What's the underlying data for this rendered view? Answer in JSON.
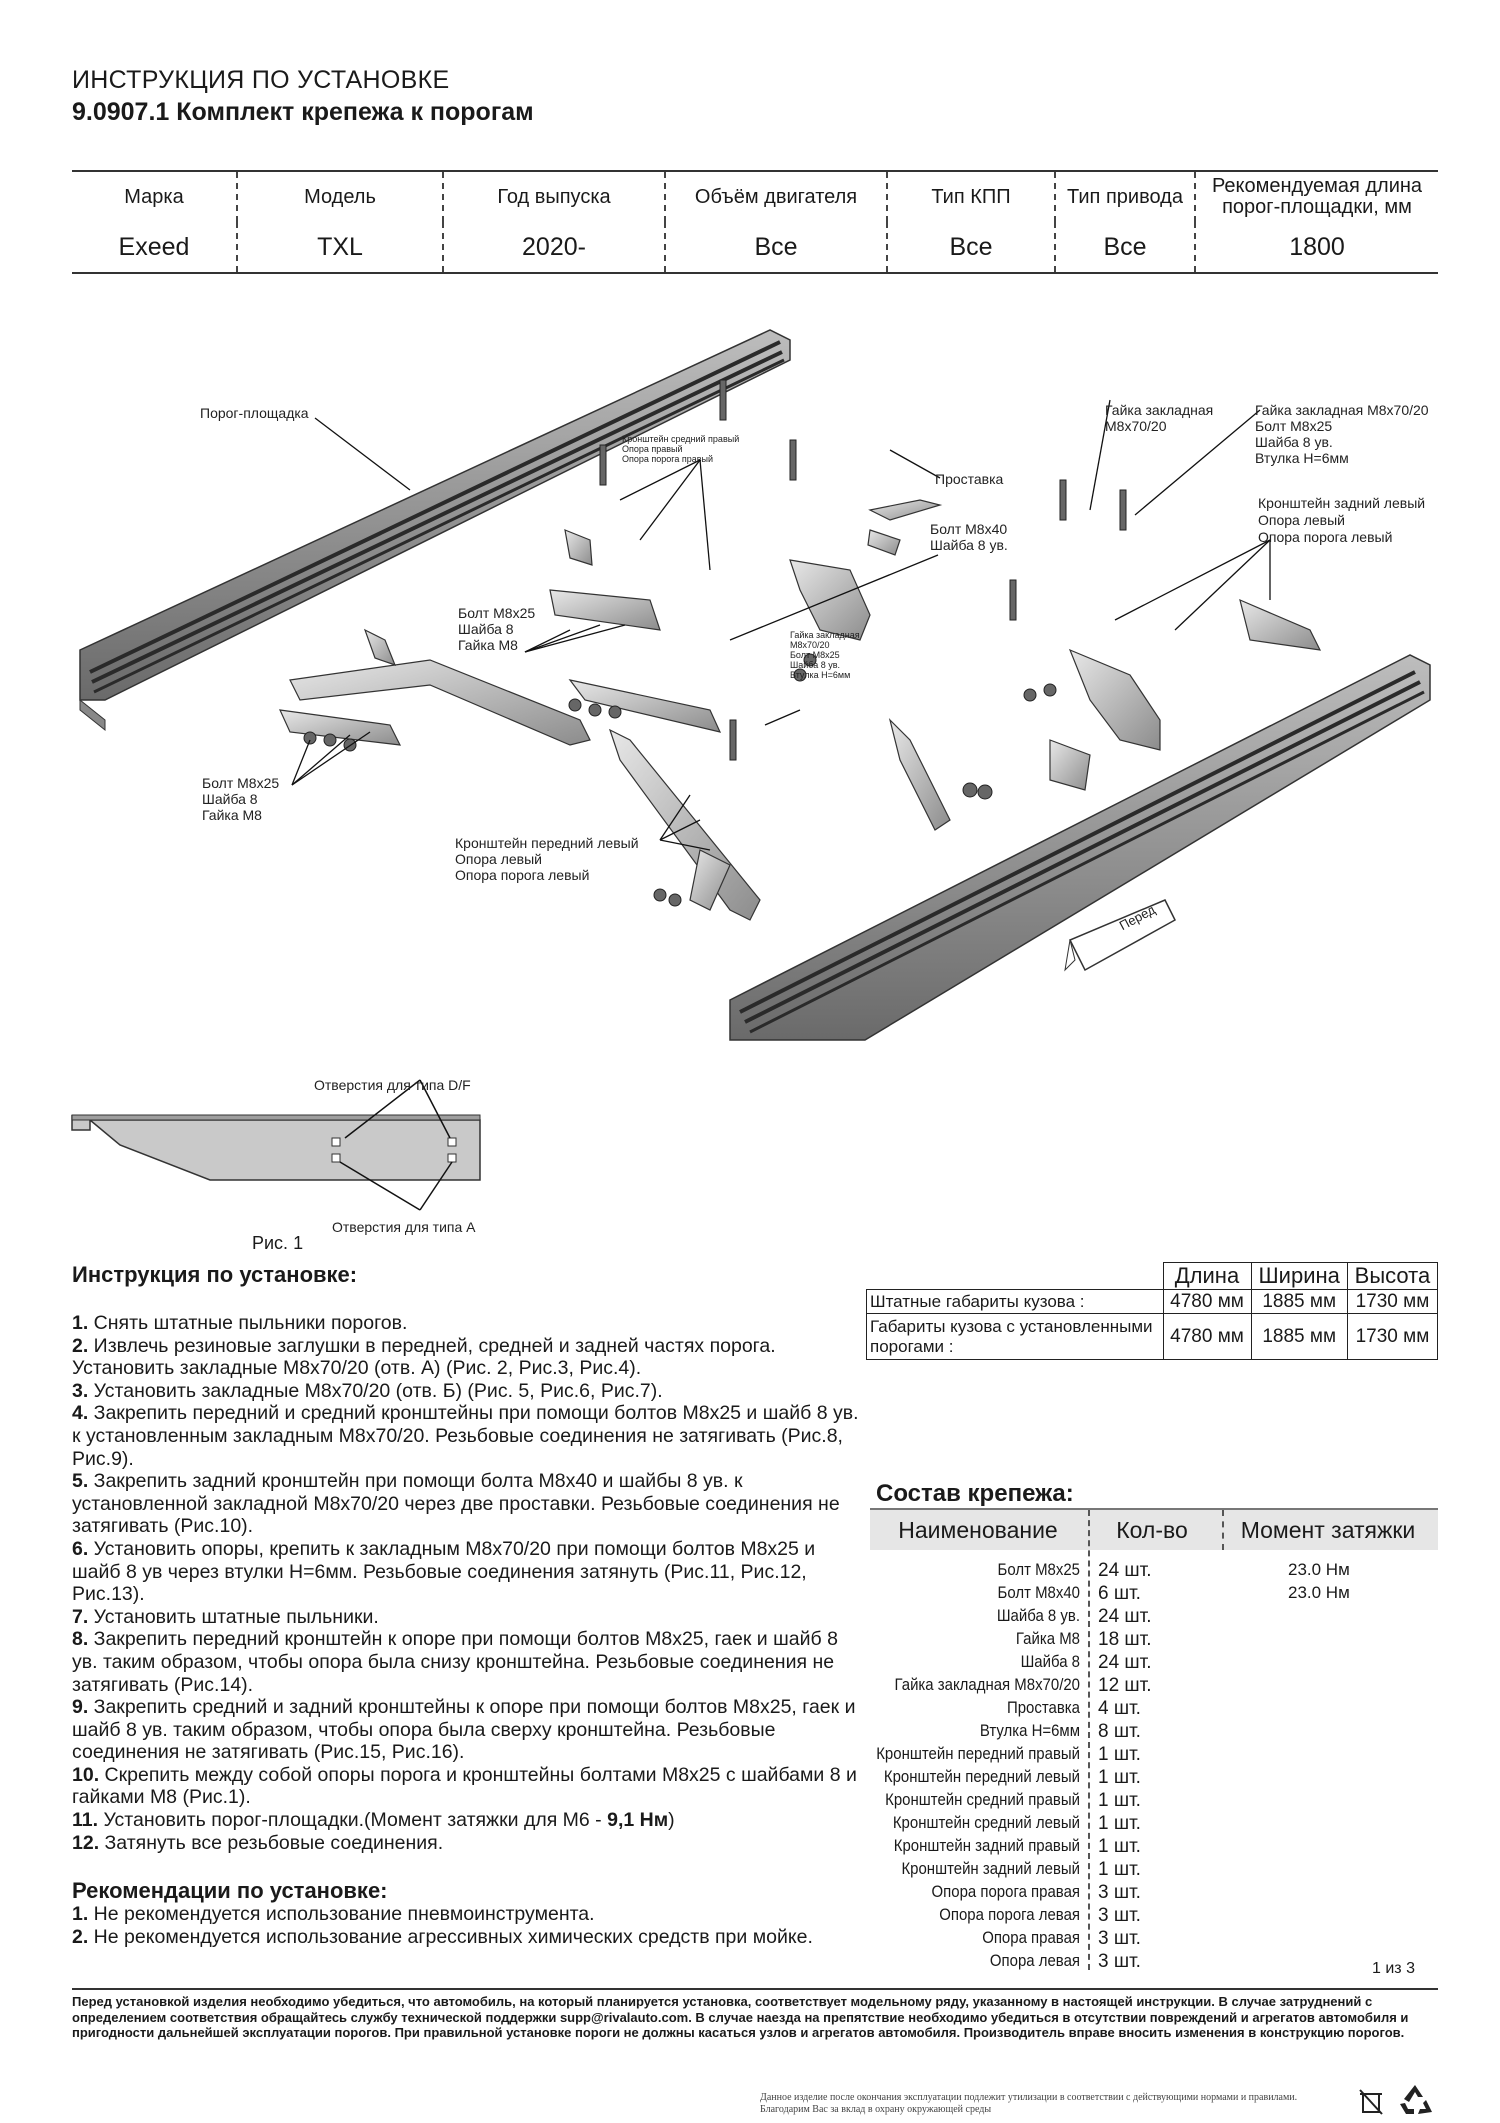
{
  "header": {
    "title": "ИНСТРУКЦИЯ ПО УСТАНОВКЕ",
    "subtitle": "9.0907.1 Комплект крепежа к порогам"
  },
  "vehicle_table": {
    "headers": [
      "Марка",
      "Модель",
      "Год выпуска",
      "Объём двигателя",
      "Тип КПП",
      "Тип привода",
      "Рекомендуемая длина порог-площадки, мм"
    ],
    "values": [
      "Exeed",
      "TXL",
      "2020-",
      "Все",
      "Все",
      "Все",
      "1800"
    ]
  },
  "diagram": {
    "labels": {
      "step": "Порог-площадка",
      "bracket_mid_right": "Кронштейн средний правый",
      "support_right": "Опора правый",
      "support_step_right": "Опора порога правый",
      "spacer": "Проставка",
      "nut_embedded_1": "Гайка закладная",
      "nut_embedded_1b": "М8х70/20",
      "nut_set_a": "Гайка закладная М8х70/20",
      "nut_set_b": "Болт М8х25",
      "nut_set_c": "Шайба 8 ув.",
      "nut_set_d": "Втулка Н=6мм",
      "rear_left_a": "Кронштейн задний левый",
      "rear_left_b": "Опора левый",
      "rear_left_c": "Опора порога левый",
      "bolt40": "Болт М8х40",
      "washer8uv": "Шайба 8 ув.",
      "bolt25_a": "Болт М8х25",
      "washer8_a": "Шайба 8",
      "nutm8_a": "Гайка М8",
      "small_a": "Гайка закладная",
      "small_b": "М8х70/20",
      "small_c": "Болт М8х25",
      "small_d": "Шайба 8 ув.",
      "small_e": "Втулка Н=6мм",
      "bolt25_b": "Болт М8х25",
      "washer8_b": "Шайба 8",
      "nutm8_b": "Гайка М8",
      "front_left_a": "Кронштейн передний левый",
      "front_left_b": "Опора левый",
      "front_left_c": "Опора порога левый",
      "forward": "Перед"
    },
    "fig1": {
      "holes_df": "Отверстия для типа D/F",
      "holes_a": "Отверстия для типа А",
      "caption": "Рис. 1"
    }
  },
  "instructions": {
    "heading": "Инструкция по установке:",
    "items": [
      {
        "n": "1.",
        "text": " Снять штатные пыльники порогов."
      },
      {
        "n": "2.",
        "text": " Извлечь резиновые заглушки в передней, средней и задней частях порога. Установить закладные М8х70/20 (отв. А) (Рис. 2, Рис.3, Рис.4)."
      },
      {
        "n": "3.",
        "text": " Установить закладные М8х70/20 (отв. Б) (Рис. 5, Рис.6, Рис.7)."
      },
      {
        "n": "4.",
        "text": " Закрепить передний и средний кронштейны при помощи болтов М8х25 и шайб 8 ув. к установленным закладным М8х70/20. Резьбовые соединения не затягивать (Рис.8, Рис.9)."
      },
      {
        "n": "5.",
        "text": " Закрепить задний кронштейн при помощи болта М8х40 и шайбы 8 ув. к установленной закладной М8х70/20 через две проставки. Резьбовые соединения не затягивать (Рис.10)."
      },
      {
        "n": "6.",
        "text": " Установить опоры, крепить к закладным М8х70/20 при помощи болтов М8х25 и шайб 8 ув через втулки Н=6мм. Резьбовые соединения затянуть (Рис.11, Рис.12, Рис.13)."
      },
      {
        "n": "7.",
        "text": " Установить штатные пыльники."
      },
      {
        "n": "8.",
        "text": " Закрепить передний кронштейн к опоре при помощи болтов М8х25, гаек и шайб 8 ув. таким образом, чтобы опора была снизу кронштейна. Резьбовые соединения не затягивать (Рис.14)."
      },
      {
        "n": "9.",
        "text": " Закрепить средний и задний кронштейны к опоре при помощи болтов М8х25, гаек и шайб 8 ув. таким образом, чтобы опора была сверху кронштейна. Резьбовые соединения не затягивать (Рис.15, Рис.16)."
      },
      {
        "n": "10.",
        "text": " Скрепить между собой опоры порога и кронштейны болтами М8х25 с шайбами 8 и гайками М8 (Рис.1)."
      },
      {
        "n": "11.",
        "text": " Установить порог-площадки.(Момент затяжки для М6 - ",
        "bold_tail": "9,1 Нм",
        "tail": ")"
      },
      {
        "n": "12.",
        "text": " Затянуть все резьбовые соединения."
      }
    ]
  },
  "recommendations": {
    "heading": "Рекомендации по установке:",
    "items": [
      {
        "n": "1.",
        "text": " Не рекомендуется использование пневмоинструмента."
      },
      {
        "n": "2.",
        "text": " Не рекомендуется использование агрессивных химических средств при мойке."
      }
    ]
  },
  "dimensions": {
    "headers": [
      "Длина",
      "Ширина",
      "Высота"
    ],
    "rows": [
      {
        "label": "Штатные габариты кузова :",
        "values": [
          "4780 мм",
          "1885 мм",
          "1730 мм"
        ]
      },
      {
        "label": "Габариты кузова с установленными порогами :",
        "values": [
          "4780 мм",
          "1885 мм",
          "1730 мм"
        ]
      }
    ]
  },
  "fasteners": {
    "heading": "Состав крепежа:",
    "headers": [
      "Наименование",
      "Кол-во",
      "Момент затяжки"
    ],
    "rows": [
      {
        "name": "Болт М8х25",
        "qty": "24 шт.",
        "torque": "23.0 Нм"
      },
      {
        "name": "Болт М8х40",
        "qty": "6 шт.",
        "torque": "23.0 Нм"
      },
      {
        "name": "Шайба 8 ув.",
        "qty": "24 шт.",
        "torque": ""
      },
      {
        "name": "Гайка М8",
        "qty": "18 шт.",
        "torque": ""
      },
      {
        "name": "Шайба 8",
        "qty": "24 шт.",
        "torque": ""
      },
      {
        "name": "Гайка закладная М8х70/20",
        "qty": "12 шт.",
        "torque": ""
      },
      {
        "name": "Проставка",
        "qty": "4 шт.",
        "torque": ""
      },
      {
        "name": "Втулка Н=6мм",
        "qty": "8 шт.",
        "torque": ""
      },
      {
        "name": "Кронштейн передний правый",
        "qty": "1 шт.",
        "torque": ""
      },
      {
        "name": "Кронштейн передний левый",
        "qty": "1 шт.",
        "torque": ""
      },
      {
        "name": "Кронштейн средний правый",
        "qty": "1 шт.",
        "torque": ""
      },
      {
        "name": "Кронштейн средний левый",
        "qty": "1 шт.",
        "torque": ""
      },
      {
        "name": "Кронштейн задний правый",
        "qty": "1 шт.",
        "torque": ""
      },
      {
        "name": "Кронштейн задний левый",
        "qty": "1 шт.",
        "torque": ""
      },
      {
        "name": "Опора порога правая",
        "qty": "3 шт.",
        "torque": ""
      },
      {
        "name": "Опора порога левая",
        "qty": "3 шт.",
        "torque": ""
      },
      {
        "name": "Опора правая",
        "qty": "3 шт.",
        "torque": ""
      },
      {
        "name": "Опора левая",
        "qty": "3 шт.",
        "torque": ""
      }
    ]
  },
  "page_number": "1 из 3",
  "disclaimer": "Перед установкой изделия необходимо убедиться, что автомобиль, на который планируется установка, соответствует модельному ряду, указанному в настоящей инструкции. В случае затруднений с определением соответствия обращайтесь службу технической поддержки supp@rivalauto.com. В случае наезда на препятствие необходимо убедиться в отсутствии повреждений и агрегатов автомобиля и пригодности дальнейшей эксплуатации порогов. При правильной установке пороги не должны касаться узлов и агрегатов автомобиля. Производитель вправе вносить изменения в конструкцию порогов.",
  "footnote": "Данное изделие после окончания эксплуатации подлежит утилизации в соответствии с действующими нормами и правилами. Благодарим Вас за вклад в охрану окружающей среды"
}
